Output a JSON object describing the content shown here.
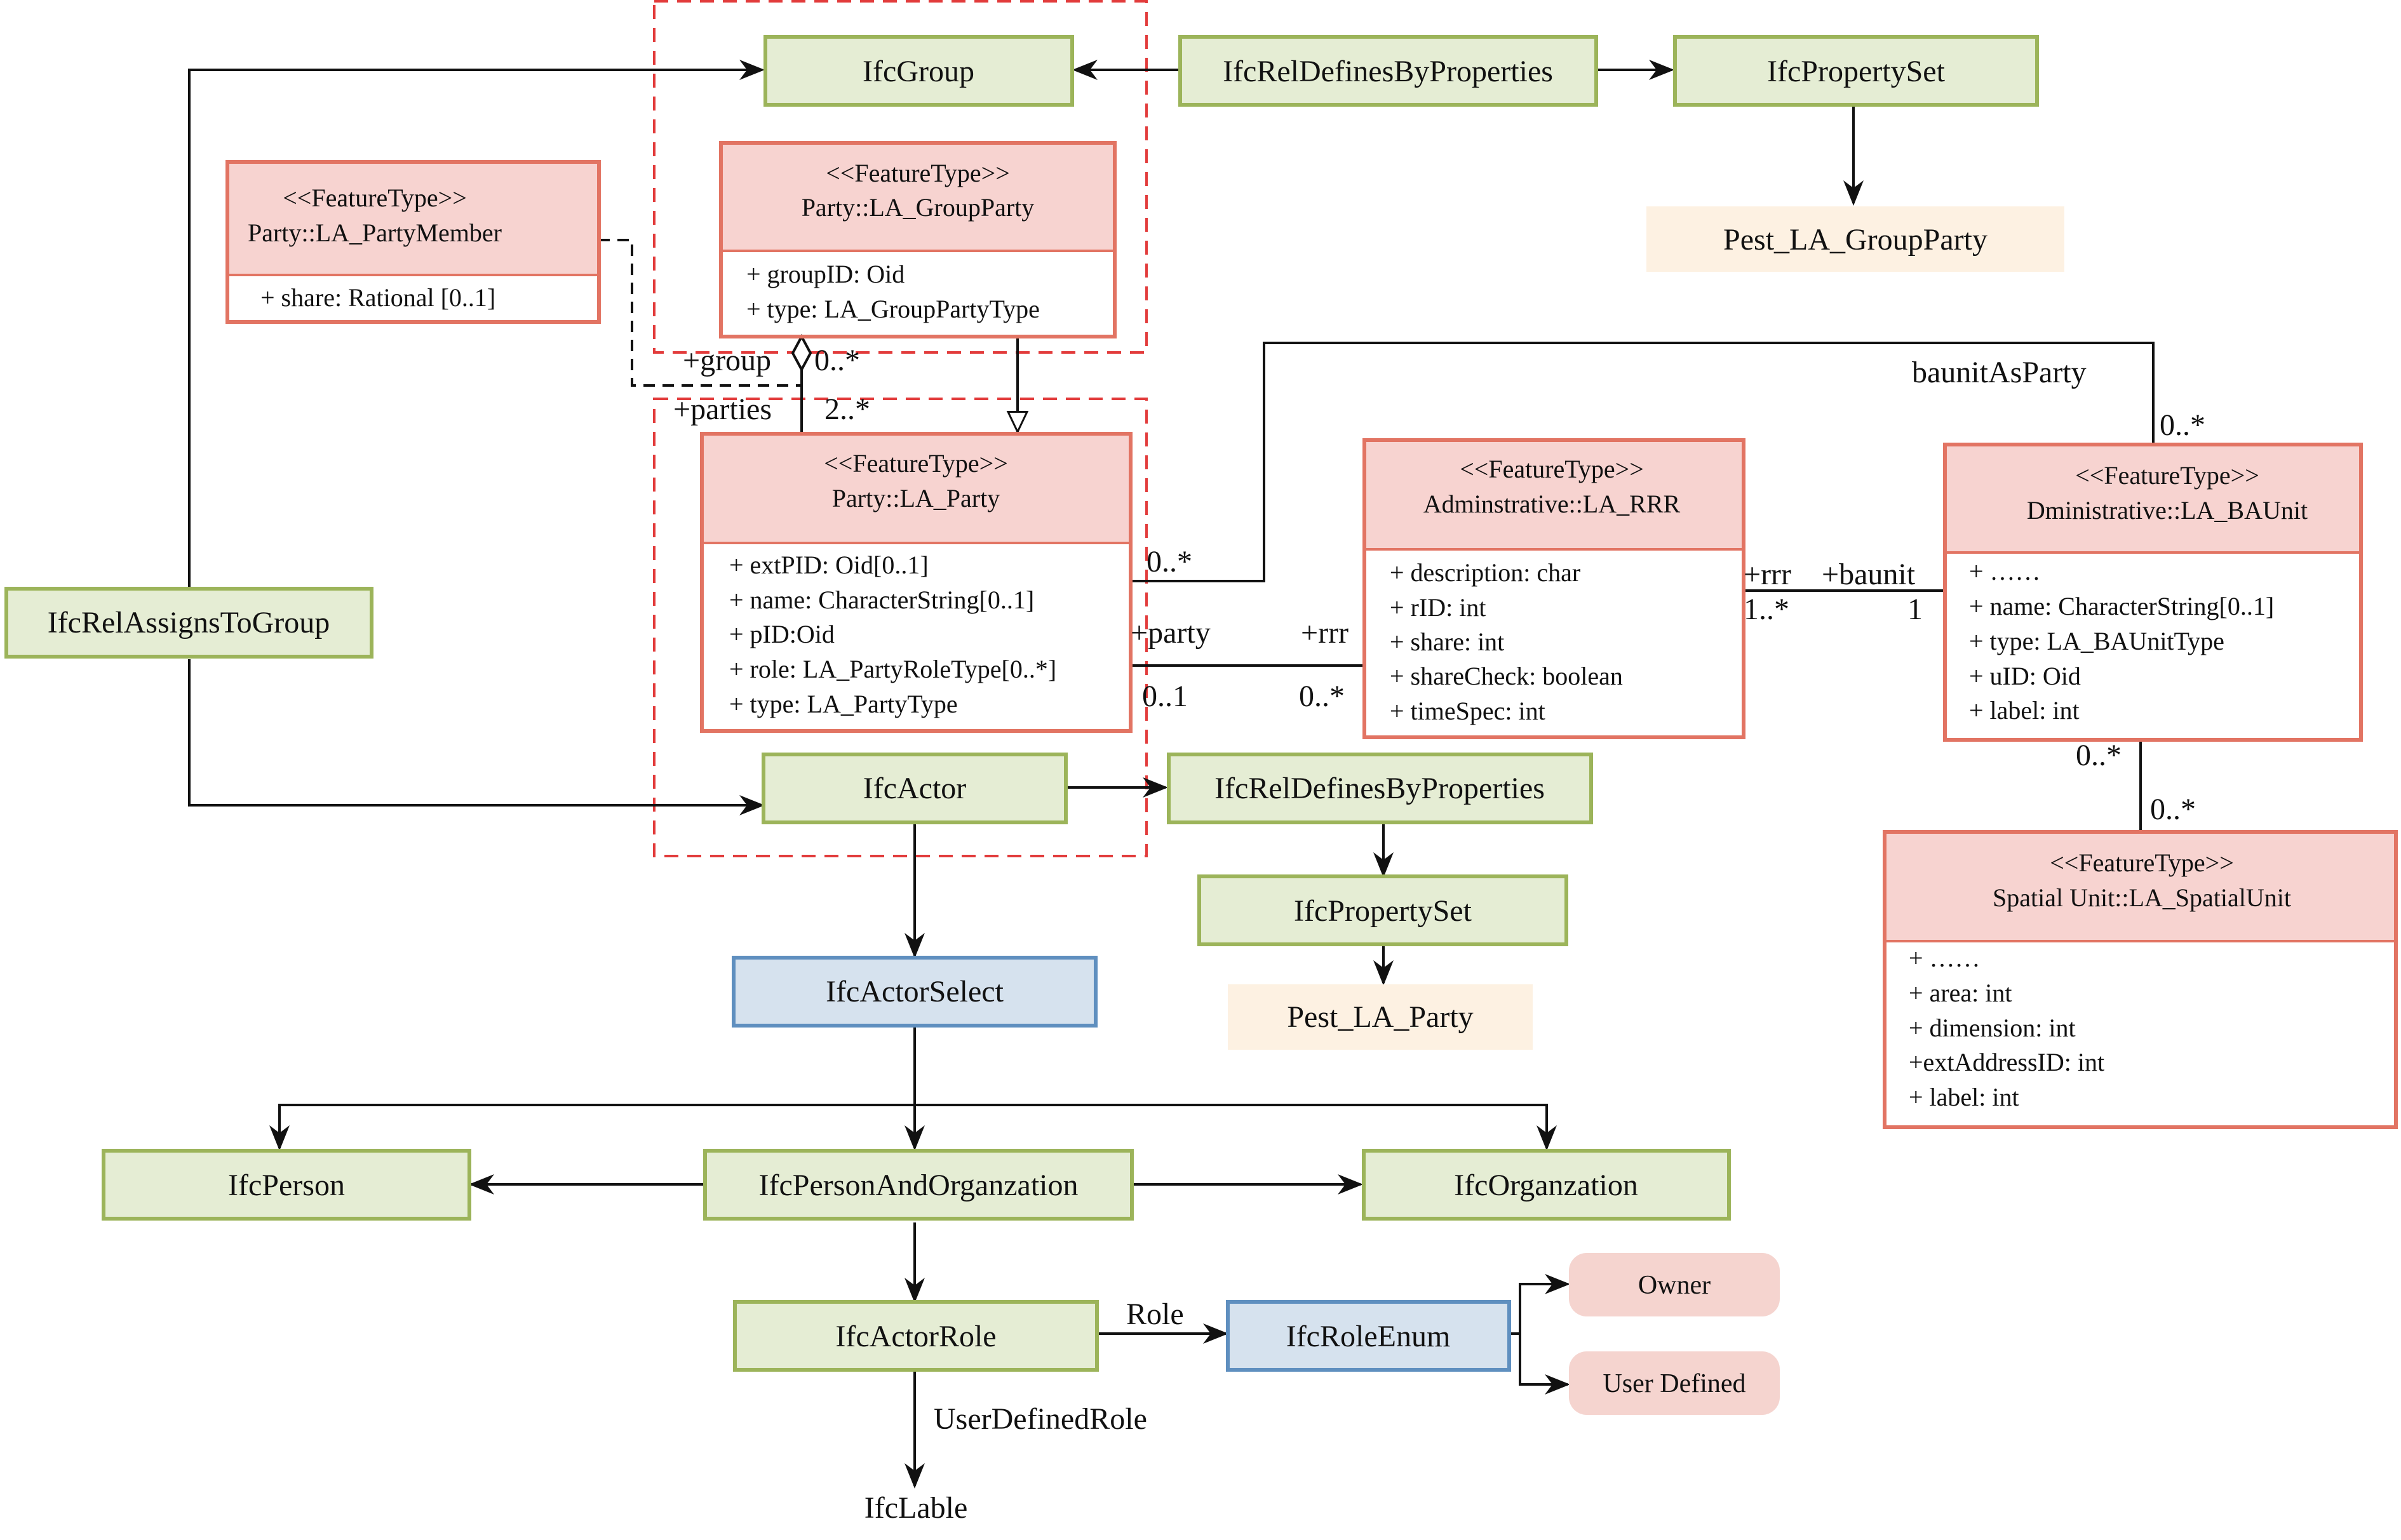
{
  "nodes": {
    "ifc_group": "IfcGroup",
    "ifc_rel_defines_top": "IfcRelDefinesByProperties",
    "ifc_property_set_top": "IfcPropertySet",
    "pest_group_party": "Pest_LA_GroupParty",
    "ifc_rel_assigns": "IfcRelAssignsToGroup",
    "ifc_actor": "IfcActor",
    "ifc_rel_defines_mid": "IfcRelDefinesByProperties",
    "ifc_property_set_mid": "IfcPropertySet",
    "pest_party": "Pest_LA_Party",
    "ifc_actor_select": "IfcActorSelect",
    "ifc_person": "IfcPerson",
    "ifc_person_org": "IfcPersonAndOrganzation",
    "ifc_organization": "IfcOrganzation",
    "ifc_actor_role": "IfcActorRole",
    "ifc_role_enum": "IfcRoleEnum",
    "owner": "Owner",
    "user_defined": "User Defined",
    "ifc_lable": "IfcLable"
  },
  "classes": {
    "party_member": {
      "stereotype": "<<FeatureType>>",
      "name": "Party::LA_PartyMember",
      "attributes": [
        "+  share: Rational [0..1]"
      ]
    },
    "group_party": {
      "stereotype": "<<FeatureType>>",
      "name": "Party::LA_GroupParty",
      "attributes": [
        "+ groupID: Oid",
        "+ type: LA_GroupPartyType"
      ]
    },
    "party": {
      "stereotype": "<<FeatureType>>",
      "name": "Party::LA_Party",
      "attributes": [
        "+ extPID: Oid[0..1]",
        "+ name: CharacterString[0..1]",
        "+ pID:Oid",
        "+ role: LA_PartyRoleType[0..*]",
        "+ type: LA_PartyType"
      ]
    },
    "rrr": {
      "stereotype": "<<FeatureType>>",
      "name": "Adminstrative::LA_RRR",
      "attributes": [
        "+ description: char",
        "+ rID: int",
        "+ share: int",
        "+ shareCheck: boolean",
        "+ timeSpec: int"
      ]
    },
    "baunit": {
      "stereotype": "<<FeatureType>>",
      "name": "Dministrative::LA_BAUnit",
      "attributes": [
        "+ ……",
        "+ name: CharacterString[0..1]",
        "+ type: LA_BAUnitType",
        "+ uID: Oid",
        "+ label: int"
      ]
    },
    "spatial_unit": {
      "stereotype": "<<FeatureType>>",
      "name": "Spatial Unit::LA_SpatialUnit",
      "attributes": [
        "+ ……",
        "+ area: int",
        "+ dimension: int",
        "+extAddressID: int",
        "+ label: int"
      ]
    }
  },
  "labels": {
    "group_role": "+group",
    "group_mult": "0..*",
    "parties_role": "+parties",
    "parties_mult": "2..*",
    "party_to_baunit_mult": "0..*",
    "baunit_as_party": "baunitAsParty",
    "baunit_as_party_mult": "0..*",
    "party_role": "+party",
    "party_mult": "0..1",
    "rrr_role": "+rrr",
    "rrr_mult": "0..*",
    "rrr_role2": "+rrr",
    "rrr_mult2": "1..*",
    "baunit_role": "+baunit",
    "baunit_mult": "1",
    "baunit_spatial_mult": "0..*",
    "spatial_mult": "0..*",
    "role_edge": "Role",
    "user_defined_role": "UserDefinedRole"
  }
}
